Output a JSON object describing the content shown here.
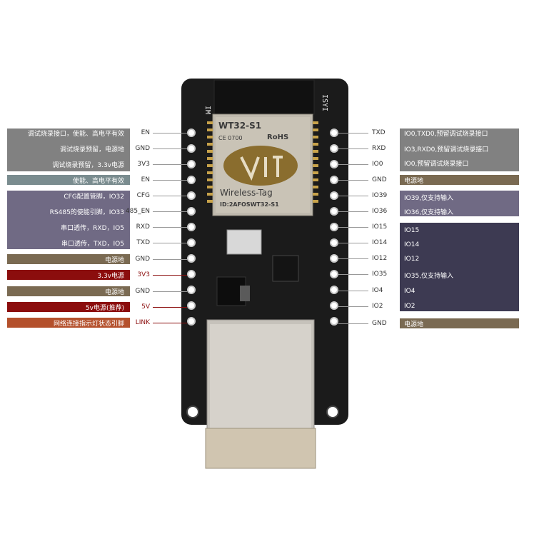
{
  "colors": {
    "gray": "#818181",
    "slate": "#7a8c8f",
    "purple_gray": "#706a84",
    "brown": "#7a6a52",
    "dark_red": "#8b0d0d",
    "orange_red": "#b4502c",
    "navy": "#3d3a52",
    "board": "#1b1b1b"
  },
  "module": {
    "model": "WT32-S1",
    "ce": "CE 0700",
    "rohs": "RoHS",
    "brand": "Wireless-Tag",
    "fcc": "ID:2AFOSWT32-S1",
    "logo_icon": "wireless-tag-logo-icon"
  },
  "left_pins": [
    {
      "pin": "EN",
      "desc": "调试烧录接口，使能、高电平有效"
    },
    {
      "pin": "GND",
      "desc": "调试烧录预留，电源地"
    },
    {
      "pin": "3V3",
      "desc": "调试烧录预留，3.3v电源"
    },
    {
      "pin": "EN",
      "desc": "使能、高电平有效"
    },
    {
      "pin": "CFG",
      "desc": "CFG配置管脚，IO32"
    },
    {
      "pin": "485_EN",
      "desc": "RS485的使能引脚，IO33"
    },
    {
      "pin": "RXD",
      "desc": "串口透传，RXD，IO5"
    },
    {
      "pin": "TXD",
      "desc": "串口透传，TXD，IO5"
    },
    {
      "pin": "GND",
      "desc": "电源地"
    },
    {
      "pin": "3V3",
      "desc": "3.3v电源"
    },
    {
      "pin": "GND",
      "desc": "电源地"
    },
    {
      "pin": "5V",
      "desc": "5v电源(推荐)"
    },
    {
      "pin": "LINK",
      "desc": "网络连接指示灯状态引脚"
    }
  ],
  "right_pins": [
    {
      "pin": "TXD",
      "desc": "IO0,TXD0,预留调试烧录接口"
    },
    {
      "pin": "RXD",
      "desc": "IO3,RXD0,预留调试烧录接口"
    },
    {
      "pin": "IO0",
      "desc": "IO0,预留调试烧录接口"
    },
    {
      "pin": "GND",
      "desc": "电源地"
    },
    {
      "pin": "IO39",
      "desc": "IO39,仅支持输入"
    },
    {
      "pin": "IO36",
      "desc": "IO36,仅支持输入"
    },
    {
      "pin": "IO15",
      "desc": "IO15"
    },
    {
      "pin": "IO14",
      "desc": "IO14"
    },
    {
      "pin": "IO12",
      "desc": "IO12"
    },
    {
      "pin": "IO35",
      "desc": "IO35,仅支持输入"
    },
    {
      "pin": "IO4",
      "desc": "IO4"
    },
    {
      "pin": "IO2",
      "desc": "IO2"
    },
    {
      "pin": "GND",
      "desc": "电源地"
    }
  ]
}
